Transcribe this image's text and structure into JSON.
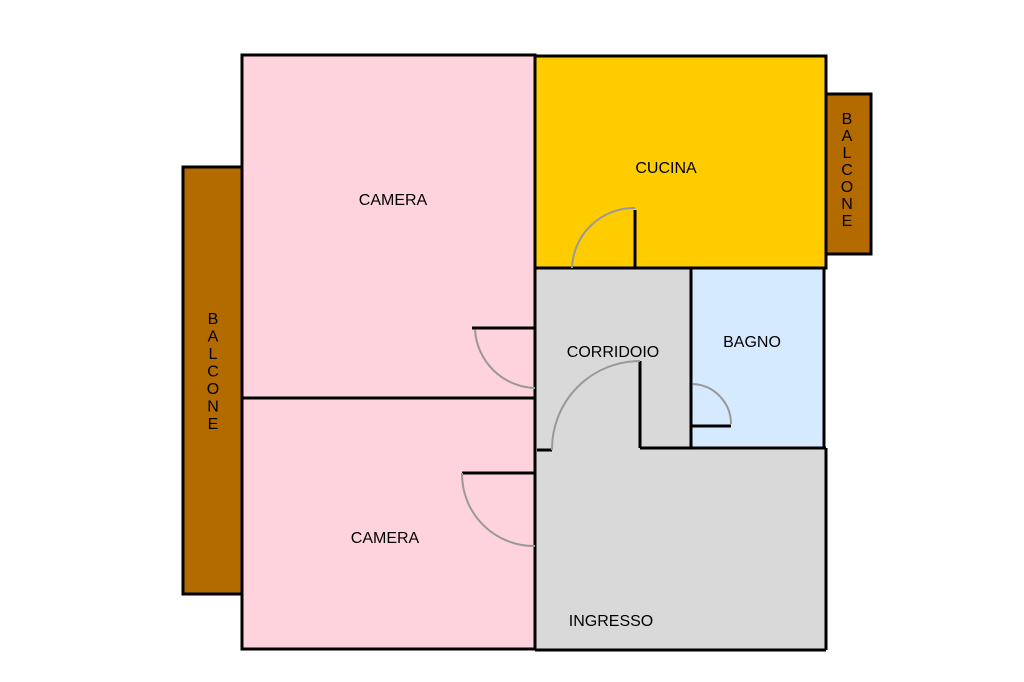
{
  "rooms": {
    "camera_top": "CAMERA",
    "camera_bottom": "CAMERA",
    "cucina": "CUCINA",
    "corridoio": "CORRIDOIO",
    "bagno": "BAGNO",
    "ingresso": "INGRESSO",
    "balcone_left": "BALCONE",
    "balcone_right": "BALCONE"
  },
  "colors": {
    "camera": "#ffd3dd",
    "cucina": "#ffcc00",
    "corridor": "#d9d9d9",
    "bagno": "#d6eaff",
    "balcone": "#b36b00",
    "wall": "#000000",
    "door_arc": "#999999"
  }
}
